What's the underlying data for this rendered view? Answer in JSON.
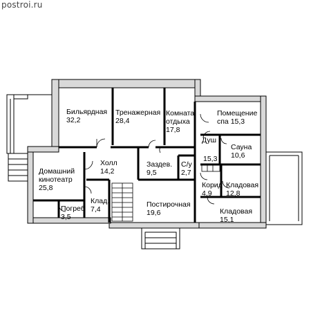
{
  "watermark": "postroi.ru",
  "rooms": [
    {
      "name": "Бильярдная",
      "area": "32,2"
    },
    {
      "name": "Тренажерная",
      "area": "28,4"
    },
    {
      "name": "Комната отдыха",
      "area": "17,8"
    },
    {
      "name": "Помещение спа",
      "area": "15,3"
    },
    {
      "name": "Душ",
      "area": "15,3"
    },
    {
      "name": "Сауна",
      "area": "10,6"
    },
    {
      "name": "Домашний кинотеатр",
      "area": "25,8"
    },
    {
      "name": "Холл",
      "area": "14,2"
    },
    {
      "name": "Заздев.",
      "area": "9,5"
    },
    {
      "name": "С/у",
      "area": "2,7"
    },
    {
      "name": "Корид",
      "area": "4,9"
    },
    {
      "name": "Кладовая",
      "area": "12,8"
    },
    {
      "name": "Клад.",
      "area": "7,4"
    },
    {
      "name": "Погреб",
      "area": "3,5"
    },
    {
      "name": "Постирочная",
      "area": "19,6"
    },
    {
      "name": "Кладовая",
      "area": "15,1"
    }
  ],
  "split_names": {
    "room_2_line1": "Комната",
    "room_2_line2": "отдыха",
    "room_3_line1": "Помещение",
    "room_3_line2": "спа",
    "room_6_line1": "Домашний",
    "room_6_line2": "кинотеатр"
  }
}
